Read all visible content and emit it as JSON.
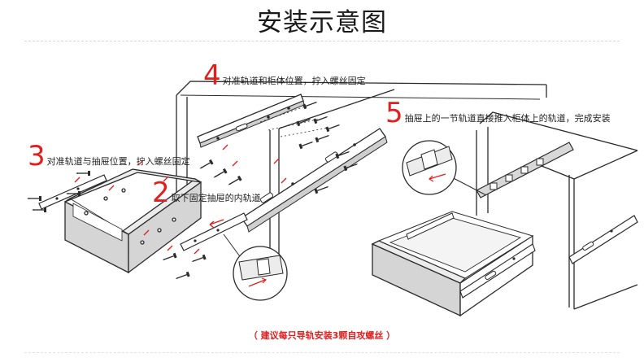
{
  "title": "安装示意图",
  "steps": [
    {
      "number": "4",
      "text": "对准轨道和柜体位置，拧入螺丝固定"
    },
    {
      "number": "3",
      "text": "对准轨道与抽屉位置，拧入螺丝固定"
    },
    {
      "number": "2",
      "text": "取下固定抽屉的内轨道"
    },
    {
      "number": "5",
      "text": "抽屉上的一节轨道直接推入柜体上的轨道，完成安装"
    }
  ],
  "footnote": "（ 建议每只导轨安装3颗自攻螺丝 ）",
  "colors": {
    "accent": "#e01f1f",
    "line": "#2a2a2a",
    "cabinet_fill": "#d5d5d5"
  }
}
